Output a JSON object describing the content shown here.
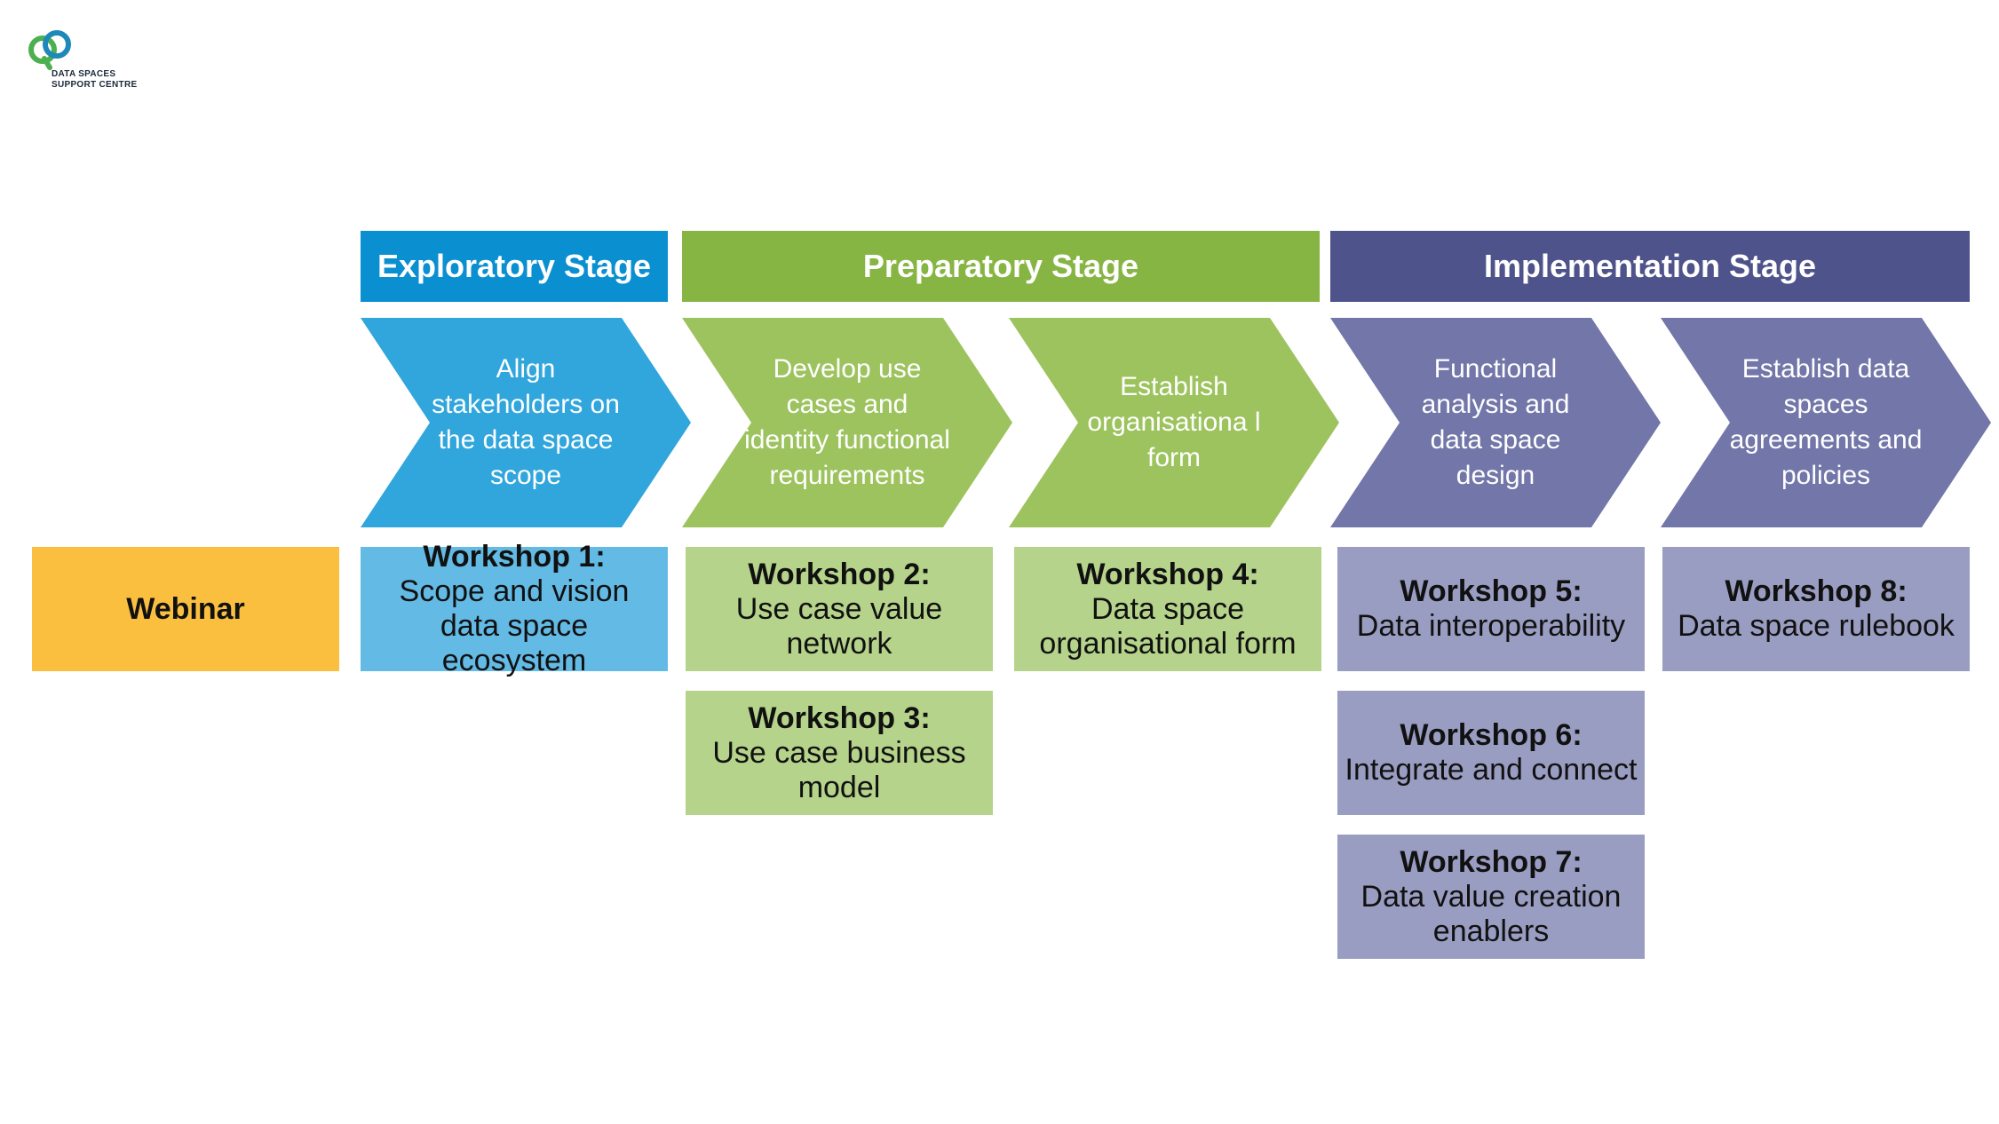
{
  "logo": {
    "icon": "dssc-logo-icon",
    "line1": "DATA SPACES",
    "line2": "SUPPORT CENTRE"
  },
  "colors": {
    "exploratory_header": "#0a8fd0",
    "exploratory_chevron": "#31a6dc",
    "exploratory_box": "#63bae4",
    "preparatory_header": "#87b543",
    "preparatory_chevron": "#9dc35e",
    "preparatory_box": "#b5d38a",
    "implementation_header": "#4f538b",
    "implementation_chevron": "#7276a8",
    "implementation_box": "#9a9dc2",
    "webinar": "#fbbf40"
  },
  "stages": {
    "exploratory": "Exploratory Stage",
    "preparatory": "Preparatory Stage",
    "implementation": "Implementation Stage"
  },
  "steps": [
    "Align stakeholders on the data space scope",
    "Develop use cases and identity functional requirements",
    "Establish organisationa l form",
    "Functional analysis and data space design",
    "Establish data spaces agreements and policies"
  ],
  "webinar": "Webinar",
  "workshops": [
    {
      "title": "Workshop 1:",
      "desc": "Scope and vision data space ecosystem"
    },
    {
      "title": "Workshop 2:",
      "desc": "Use case value network"
    },
    {
      "title": "Workshop 3:",
      "desc": "Use case business model"
    },
    {
      "title": "Workshop 4:",
      "desc": "Data space organisational form"
    },
    {
      "title": "Workshop 5:",
      "desc": "Data interoperability"
    },
    {
      "title": "Workshop 6:",
      "desc": "Integrate and connect"
    },
    {
      "title": "Workshop 7:",
      "desc": "Data value creation enablers"
    },
    {
      "title": "Workshop 8:",
      "desc": "Data space rulebook"
    }
  ]
}
